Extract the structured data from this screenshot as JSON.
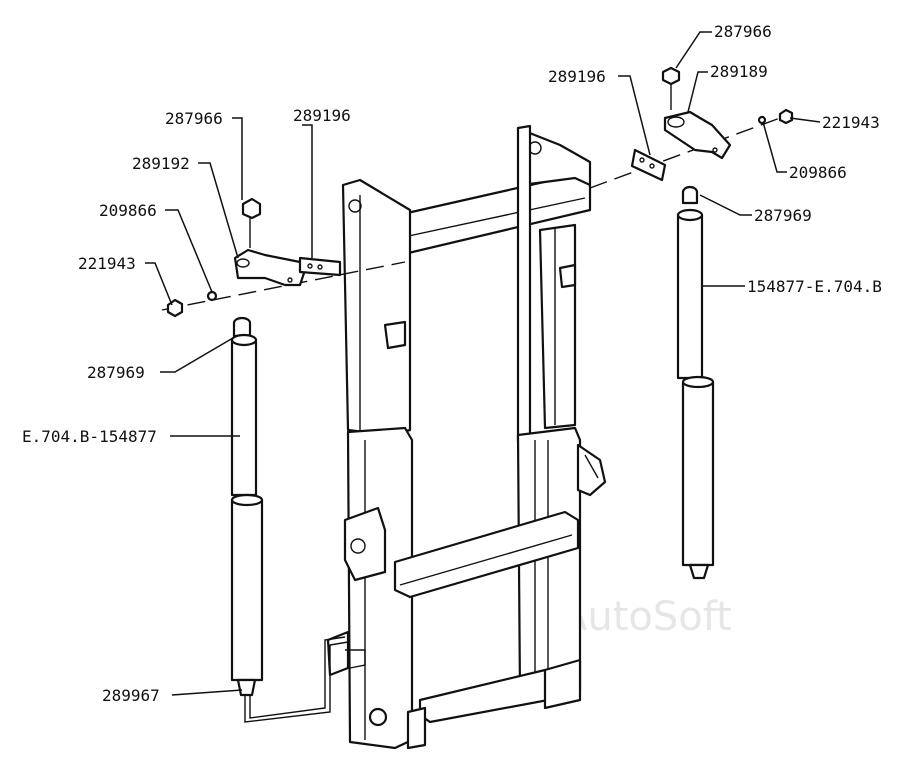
{
  "watermark": "AutoSoft",
  "labels": {
    "l287966_left": "287966",
    "l289196_left": "289196",
    "l289192": "289192",
    "l209866_left": "209866",
    "l221943_left": "221943",
    "l287969_left": "287969",
    "l_cyl_left": "E.704.B-154877",
    "l289967": "289967",
    "l287966_right": "287966",
    "l289189": "289189",
    "l289196_right": "289196",
    "l221943_right": "221943",
    "l209866_right": "209866",
    "l287969_right": "287969",
    "l_cyl_right": "154877-E.704.B"
  }
}
